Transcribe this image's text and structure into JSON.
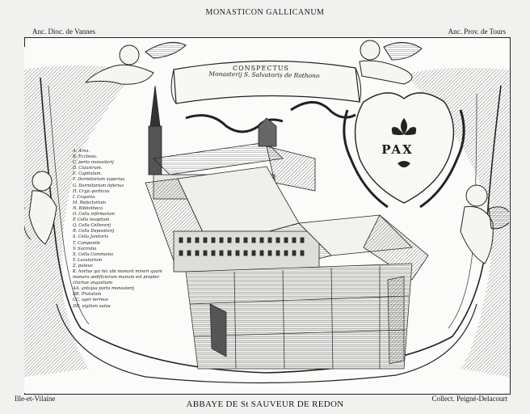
{
  "header": {
    "title": "MONASTICON GALLICANUM",
    "left_note": "Anc. Dioc. de Vannes",
    "right_note": "Anc. Prov. de Tours"
  },
  "footer": {
    "left_note": "Ille-et-Vilaine",
    "title": "ABBAYE DE St SAUVEUR DE REDON",
    "right_note": "Collect. Peigné-Delacourt"
  },
  "banner": {
    "title": "CONSPECTUS",
    "subtitle": "Monasterij S. Salvatoris de Rothono"
  },
  "cartouche": {
    "motto": "PAX"
  },
  "legend": [
    "A. Area.",
    "B. Ecclesia.",
    "C. porta monasterij",
    "D. Claustrum.",
    "E. Capitulum.",
    "F. Dormitorium superius",
    "G. Dormitorium inferius",
    "H. Cryp.-porticus",
    "I. Coquina.",
    "M. Refectorium",
    "N. Bibliotheca",
    "O. Cella infirmorum",
    "P. Cella hospitum",
    "Q. Cella Cellerarij",
    "R. Cella Depositorij",
    "S. Cella Janitoris",
    "T. Campanile",
    "V. Sacristia",
    "X. Cella Communis",
    "Y. Lavatorium",
    "Z. puteus",
    "K. hortus qui hic ubi monurâ minori quam",
    "monura aedificiorum manum est propter",
    "chartae angustiam",
    "AA. antiqua porta monasterij",
    "BB. Pratulum",
    "CC. ager terreus",
    "DD. vigilum aulae"
  ],
  "colors": {
    "ink": "#1a1a1a",
    "paper": "#fbfbf9",
    "page": "#f1f1ef",
    "shade": "#8a8a88"
  }
}
